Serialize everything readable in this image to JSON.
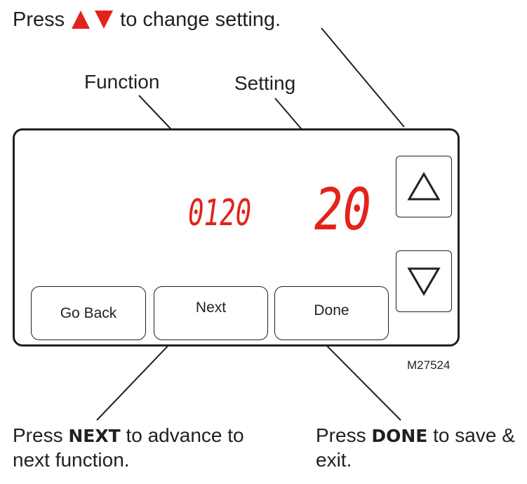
{
  "instructions": {
    "top_prefix": "Press",
    "top_suffix": "to change setting.",
    "up_arrow_icon": "red-up-triangle",
    "down_arrow_icon": "red-down-triangle",
    "accent_color": "#e2231a"
  },
  "callouts": {
    "function_label": "Function",
    "setting_label": "Setting",
    "next_prefix": "Press ",
    "next_keyword": "NEXT",
    "next_line1_suffix": " to advance to",
    "next_line2": "next function.",
    "done_prefix": "Press ",
    "done_keyword": "DONE",
    "done_line1_suffix": " to save &",
    "done_line2": "exit."
  },
  "display": {
    "function_code": "0120",
    "setting_value": "20"
  },
  "buttons": {
    "go_back": "Go Back",
    "next": "Next",
    "done": "Done",
    "up_icon": "up-triangle-outline",
    "down_icon": "down-triangle-outline"
  },
  "model_number": "M27524"
}
